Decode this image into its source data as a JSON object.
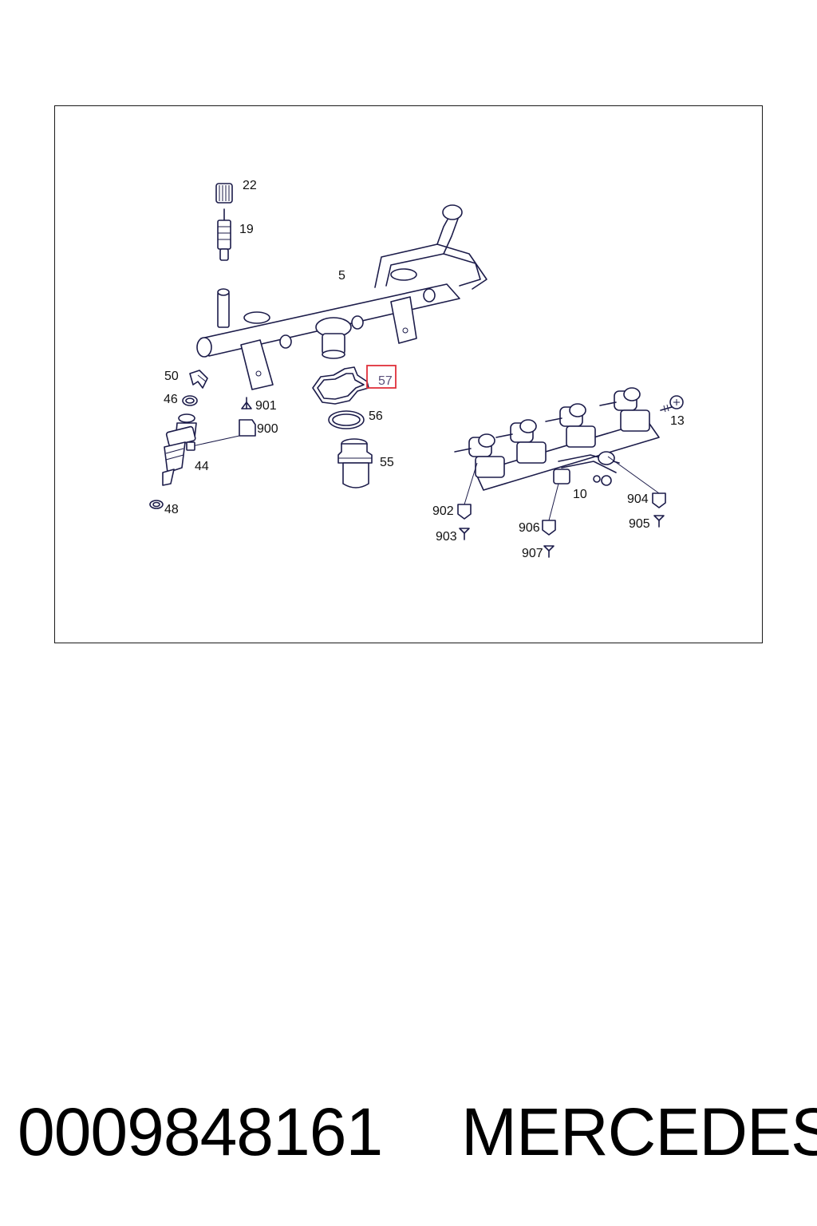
{
  "diagram": {
    "labels": {
      "l22": "22",
      "l19": "19",
      "l5": "5",
      "l50": "50",
      "l46": "46",
      "l901": "901",
      "l900": "900",
      "l57": "57",
      "l56": "56",
      "l44": "44",
      "l55": "55",
      "l13": "13",
      "l48": "48",
      "l10": "10",
      "l902": "902",
      "l904": "904",
      "l903": "903",
      "l906": "906",
      "l905": "905",
      "l907": "907"
    },
    "highlighted_label": "57",
    "highlight_color": "#e0303a",
    "line_color": "#1c1c4a"
  },
  "caption": {
    "part_number": "0009848161",
    "brand": "MERCEDES"
  }
}
